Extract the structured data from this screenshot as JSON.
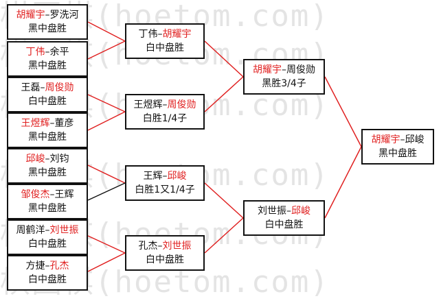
{
  "watermark": "棋围棋(hoetom.com)",
  "round1": [
    {
      "a": "胡耀宇",
      "b": "罗洗河",
      "winner": "a",
      "result": "黑中盘胜"
    },
    {
      "a": "丁伟",
      "b": "余平",
      "winner": "a",
      "result": "黑中盘胜"
    },
    {
      "a": "王磊",
      "b": "周俊勋",
      "winner": "b",
      "result": "白中盘胜"
    },
    {
      "a": "王煜辉",
      "b": "董彦",
      "winner": "a",
      "result": "黑中盘胜"
    },
    {
      "a": "邱峻",
      "b": "刘钧",
      "winner": "a",
      "result": "黑中盘胜"
    },
    {
      "a": "邹俊杰",
      "b": "王辉",
      "winner": "a",
      "result": "黑中盘胜"
    },
    {
      "a": "周鹤洋",
      "b": "刘世振",
      "winner": "b",
      "result": "白中盘胜"
    },
    {
      "a": "方捷",
      "b": "孔杰",
      "winner": "b",
      "result": "白中盘胜"
    }
  ],
  "round2": [
    {
      "a": "丁伟",
      "b": "胡耀宇",
      "winner": "b",
      "result": "白中盘胜"
    },
    {
      "a": "王煜辉",
      "b": "周俊勋",
      "winner": "b",
      "result": "白胜1/4子"
    },
    {
      "a": "王辉",
      "b": "邱峻",
      "winner": "b",
      "result": "白胜1又1/4子"
    },
    {
      "a": "孔杰",
      "b": "刘世振",
      "winner": "b",
      "result": "白中盘胜"
    }
  ],
  "semi": [
    {
      "a": "胡耀宇",
      "b": "周俊勋",
      "winner": "a",
      "result": "黑胜3/4子"
    },
    {
      "a": "刘世振",
      "b": "邱峻",
      "winner": "b",
      "result": "白中盘胜"
    }
  ],
  "final": {
    "a": "胡耀宇",
    "b": "邱峻",
    "winner": "a",
    "result": "黑中盘胜"
  }
}
